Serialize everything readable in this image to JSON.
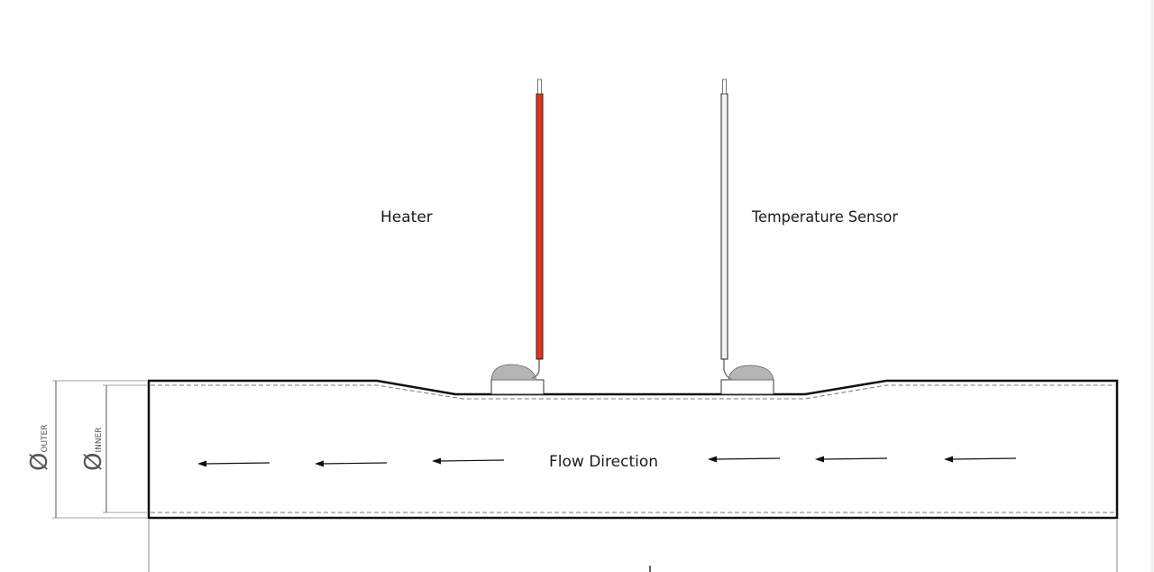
{
  "labels": {
    "heater": "Heater",
    "temperature_sensor": "Temperature Sensor",
    "flow_direction": "Flow Direction"
  },
  "dimensions": {
    "outer_symbol": "Ø",
    "outer_sub": "OUTER",
    "inner_symbol": "Ø",
    "inner_sub": "INNER"
  },
  "colors": {
    "heater_wire": "#e8321e",
    "sensor_wire": "#f2f2f2",
    "bead": "#b5b5b5",
    "outline": "#111111",
    "inner_dash": "#777777"
  },
  "flow_arrow_count": 6
}
